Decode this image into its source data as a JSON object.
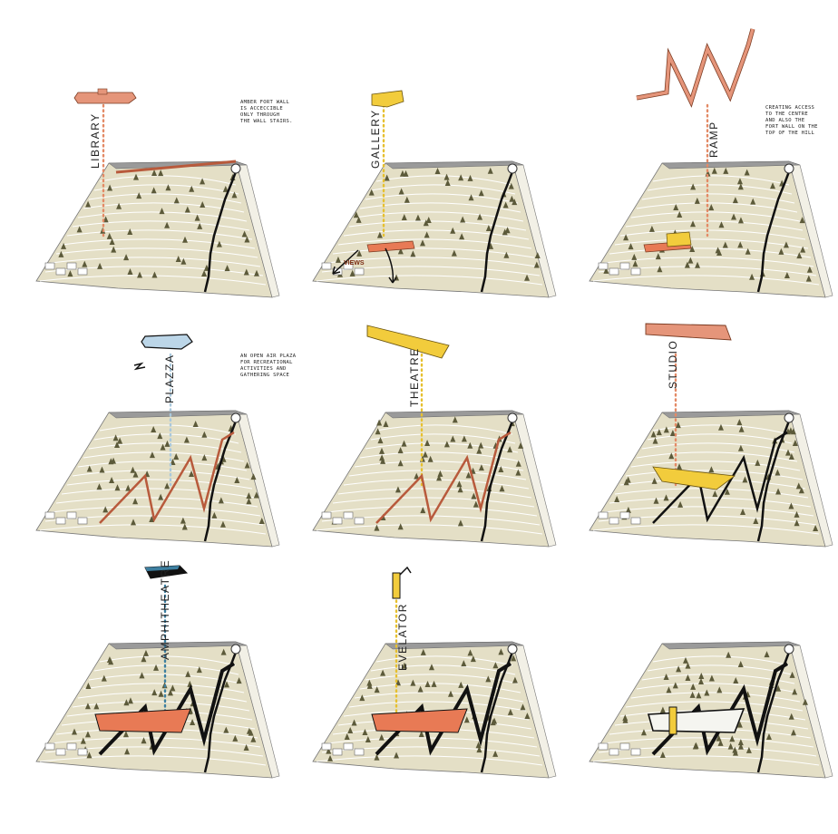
{
  "colors": {
    "hill": "#e4dfc6",
    "hill_side": "#f2f0e6",
    "contour": "#ffffff",
    "tree": "#5c5a3a",
    "wall": "#b85a3c",
    "path_black": "#111111",
    "library": "#e5957a",
    "gallery": "#f2cc3c",
    "plaza": "#bcd6e8",
    "amphitheatre": "#3d7fa0"
  },
  "panels": [
    {
      "id": "library",
      "label": "LIBRARY",
      "label_color": "#222222",
      "dot_color": "#e38a66",
      "note": [
        "AMBER FORT WALL",
        "IS ACCECCIBLE",
        "ONLY THROUGH",
        "THE WALL STAIRS."
      ]
    },
    {
      "id": "gallery",
      "label": "GALLERY",
      "label_color": "#222222",
      "dot_color": "#e6c02f",
      "tag": "VIEWS"
    },
    {
      "id": "ramp",
      "label": "RAMP",
      "label_color": "#222222",
      "dot_color": "#e38a66",
      "note": [
        "CREATING ACCESS",
        "TO THE CENTRE",
        "AND ALSO THE",
        "FORT WALL ON THE",
        "TOP OF THE HILL"
      ]
    },
    {
      "id": "plaza",
      "label": "PLAZZA",
      "label_color": "#222222",
      "dot_color": "#a9c8dc",
      "note": [
        "AN OPEN AIR PLAZA",
        "FOR RECREATIONAL",
        "ACTIVITIES AND",
        "GATHERING SPACE"
      ]
    },
    {
      "id": "theatre",
      "label": "THEATRE",
      "label_color": "#222222",
      "dot_color": "#e6c02f"
    },
    {
      "id": "studio",
      "label": "STUDIO",
      "label_color": "#222222",
      "dot_color": "#e38a66"
    },
    {
      "id": "amphitheatre",
      "label": "AMPHITHEATRE",
      "label_color": "#222222",
      "dot_color": "#3d7fa0"
    },
    {
      "id": "evelator",
      "label": "EVELATOR",
      "label_color": "#222222",
      "dot_color": "#e6c02f"
    },
    {
      "id": "final",
      "label": "",
      "label_color": "#222222",
      "dot_color": "#222222"
    }
  ]
}
